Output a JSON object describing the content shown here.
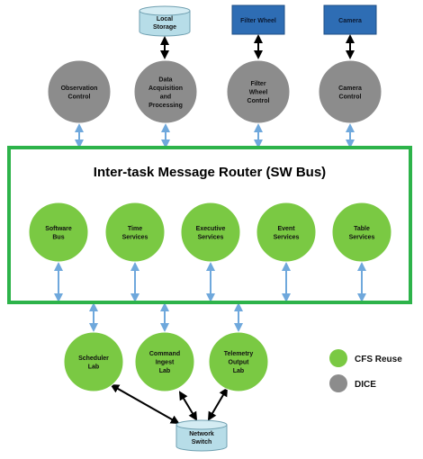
{
  "title": "Inter-task Message Router (SW Bus)",
  "colors": {
    "green": "#7ac943",
    "grey": "#8c8c8c",
    "blue_box": "#2e6db4",
    "cylinder": "#b7dde8",
    "border": "#2db34a",
    "arrow_blue": "#6fa8dc",
    "arrow_black": "#000000"
  },
  "top_devices": {
    "local_storage": [
      "Local",
      "Storage"
    ],
    "filter_wheel": "Filter Wheel",
    "camera": "Camera"
  },
  "dice_nodes": [
    [
      "Observation",
      "Control"
    ],
    [
      "Data",
      "Acquisition",
      "and",
      "Processing"
    ],
    [
      "Filter",
      "Wheel",
      "Control"
    ],
    [
      "Camera",
      "Control"
    ]
  ],
  "bus_services": [
    [
      "Software",
      "Bus"
    ],
    [
      "Time",
      "Services"
    ],
    [
      "Executive",
      "Services"
    ],
    [
      "Event",
      "Services"
    ],
    [
      "Table",
      "Services"
    ]
  ],
  "lab_nodes": [
    [
      "Scheduler",
      "Lab"
    ],
    [
      "Command",
      "Ingest",
      "Lab"
    ],
    [
      "Telemetry",
      "Output",
      "Lab"
    ]
  ],
  "network_switch": [
    "Network",
    "Switch"
  ],
  "legend": [
    {
      "label": "CFS Reuse",
      "color": "#7ac943"
    },
    {
      "label": "DICE",
      "color": "#8c8c8c"
    }
  ]
}
